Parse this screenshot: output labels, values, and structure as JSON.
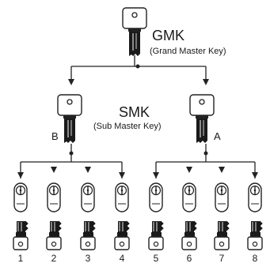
{
  "gmk": {
    "title": "GMK",
    "subtitle": "(Grand Master Key)"
  },
  "smk": {
    "title": "SMK",
    "subtitle": "(Sub Master Key)",
    "left_label": "B",
    "right_label": "A"
  },
  "doors": [
    "1",
    "2",
    "3",
    "4",
    "5",
    "6",
    "7",
    "8"
  ],
  "icons": {
    "master_key": "key-icon",
    "lock": "lock-cylinder-icon",
    "door_key": "key-icon"
  }
}
